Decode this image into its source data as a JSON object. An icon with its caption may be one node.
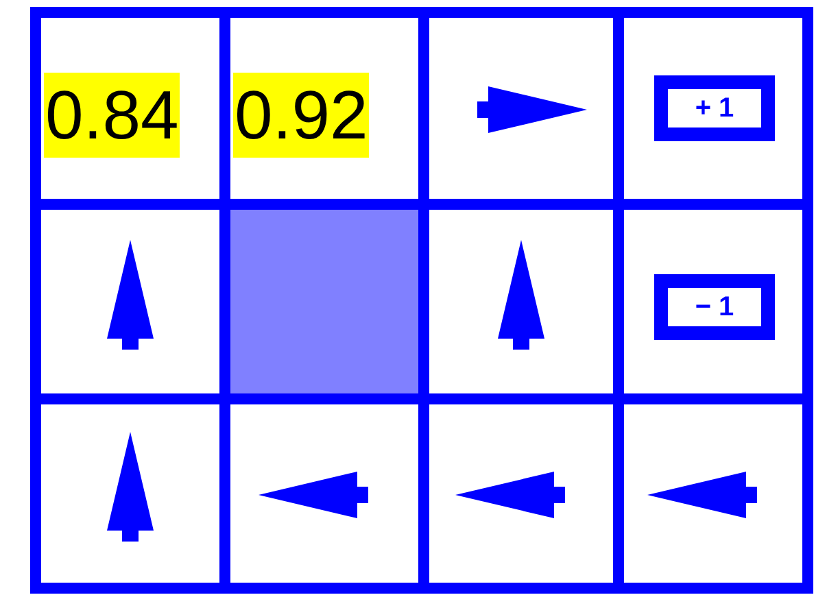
{
  "diagram": {
    "labels": [
      "0.84",
      "0.92",
      "+ 1",
      "− 1"
    ]
  }
}
